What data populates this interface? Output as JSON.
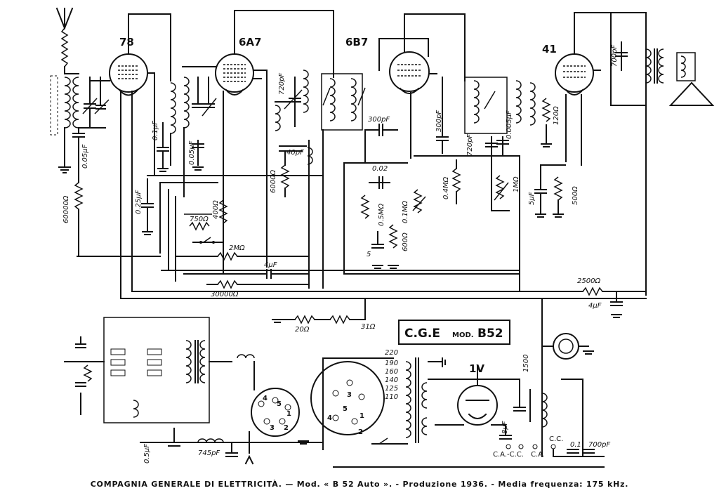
{
  "tubes": [
    {
      "id": "t78",
      "label": "78"
    },
    {
      "id": "t6a7",
      "label": "6A7"
    },
    {
      "id": "t6b7",
      "label": "6B7"
    },
    {
      "id": "t41",
      "label": "41"
    },
    {
      "id": "t1v",
      "label": "1V"
    }
  ],
  "components": {
    "r_60000": "60000Ω",
    "c_005": "0.05μF",
    "c_01_rf": "0.1μF",
    "c_005b": "0.05μF",
    "r_6000": "6000Ω",
    "c_720": "720pF",
    "c_40": "40pF",
    "c_300": "300pF",
    "c_300b": "300pF",
    "c_002": "0.02",
    "r_05m": "0.5MΩ",
    "r_01m": "0.1MΩ",
    "r_04m": "0.4MΩ",
    "r_600": "600Ω",
    "c_5": "5",
    "c_720b": "720pF",
    "c_0005": "0.005μF",
    "r_120": "120Ω",
    "r_1m": "1MΩ",
    "c_5uf": "5μF",
    "r_500": "500Ω",
    "c_700": "700pF",
    "c_025": "0.25μF",
    "r_750": "750Ω",
    "r_400": "400Ω",
    "r_2m": "2MΩ",
    "c_4uf": "4μF",
    "r_30000": "30000Ω",
    "r_2500": "2500Ω",
    "c_4uf_b": "4μF",
    "r_20": "20Ω",
    "r_31": "31Ω",
    "c_05": "0.5μF",
    "c_745": "745pF",
    "c_1500": "1500",
    "c_8uf": "8μF",
    "c_01": "0.1",
    "c_700b": "700pF",
    "tap_220": "220",
    "tap_190": "190",
    "tap_160": "160",
    "tap_140": "140",
    "tap_125": "125",
    "tap_110": "110",
    "term_ca_cc": "C.A.-C.C.",
    "term_ca": "C.A.",
    "term_cc": "C.C."
  },
  "socket_pins": [
    "1",
    "2",
    "3",
    "4",
    "5"
  ],
  "plug_pins": [
    "1",
    "2",
    "3",
    "4",
    "5"
  ],
  "model_box": {
    "brand": "C.G.E",
    "mod": "MOD.",
    "model": "B52"
  },
  "caption": "COMPAGNIA GENERALE DI ELETTRICITÀ. — Mod. « B 52 Auto ». - Produzione 1936. - Media frequenza: 175 kHz."
}
